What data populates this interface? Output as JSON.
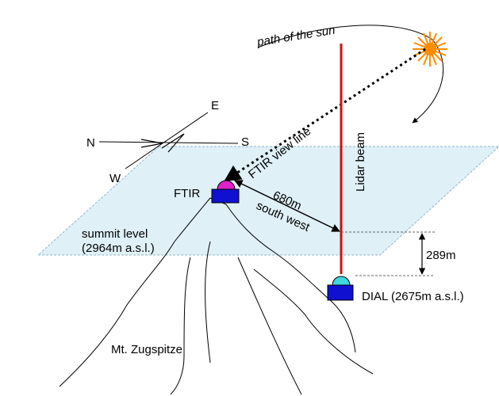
{
  "labels": {
    "path_of_sun": "path of the sun",
    "ftir_view_line": "FTIR view line",
    "lidar_beam": "Lidar beam",
    "ftir": "FTIR",
    "distance_value": "680m",
    "distance_direction": "south west",
    "summit_level_1": "summit level",
    "summit_level_2": "(2964m a.s.l.)",
    "height_diff": "289m",
    "dial": "DIAL (2675m a.s.l.)",
    "mountain": "Mt. Zugspitze",
    "compass_n": "N",
    "compass_s": "S",
    "compass_e": "E",
    "compass_w": "W"
  },
  "colors": {
    "plane_fill": "#dff0f7",
    "plane_edge": "#8fb6c8",
    "lidar": "#cc1111",
    "sun": "#ff8c00",
    "instrument_box": "#1010d0",
    "ftir_dome": "#e020c8",
    "dial_dome": "#40d8e0"
  },
  "icons": {
    "sun": "sun-icon",
    "compass": "compass-icon"
  }
}
